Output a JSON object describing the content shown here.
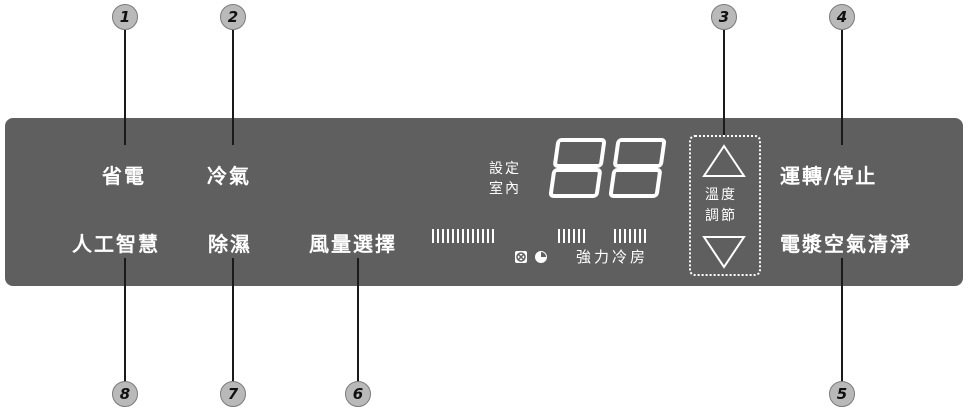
{
  "callouts": [
    "1",
    "2",
    "3",
    "4",
    "5",
    "6",
    "7",
    "8"
  ],
  "panel": {
    "save_power": "省電",
    "cool": "冷氣",
    "ai": "人工智慧",
    "dehumidify": "除濕",
    "fan_select": "風量選擇",
    "set_label": "設定",
    "room_label": "室內",
    "temp_digits": "88",
    "powerful_modes": "強力冷房",
    "temp_label_1": "溫度",
    "temp_label_2": "調節",
    "run_stop": "運轉/停止",
    "plasma": "電漿空氣清淨"
  },
  "icons": [
    "cross-circle-icon",
    "clock-icon",
    "up-triangle-icon",
    "down-triangle-icon"
  ],
  "colors": {
    "panel": "#5f5f5f",
    "text": "#ffffff",
    "badge": "#b9b9b9"
  }
}
